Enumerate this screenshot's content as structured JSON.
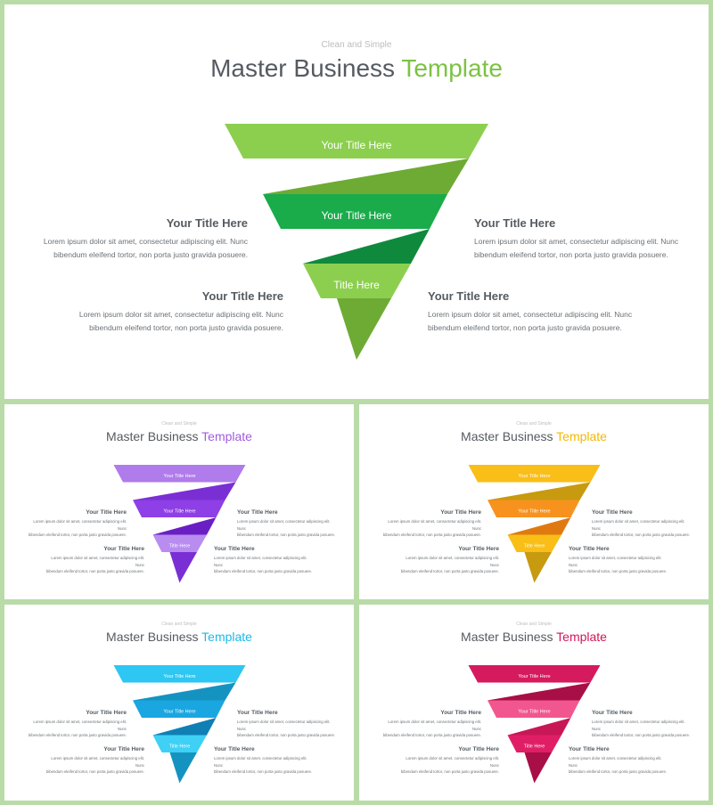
{
  "subtitle": "Clean and Simple",
  "title_main": "Master Business ",
  "title_accent": "Template",
  "labels": {
    "top": "Your Title Here",
    "mid": "Your Title Here",
    "bottom": "Title Here"
  },
  "blocks": {
    "left_upper": {
      "title": "Your Title Here",
      "body1": "Lorem ipsum dolor sit amet, consectetur adipiscing elit. Nunc",
      "body2": "bibendum  eleifend tortor, non porta justo gravida posuere."
    },
    "right_upper": {
      "title": "Your Title Here",
      "body1": "Lorem ipsum dolor sit amet, consectetur adipiscing elit. Nunc",
      "body2": "bibendum  eleifend tortor, non porta justo gravida posuere."
    },
    "left_lower": {
      "title": "Your Title Here",
      "body1": "Lorem ipsum dolor sit amet, consectetur adipiscing elit. Nunc",
      "body2": "bibendum  eleifend tortor, non porta justo gravida posuere."
    },
    "right_lower": {
      "title": "Your Title Here",
      "body1": "Lorem ipsum dolor sit amet, consectetur adipiscing elit. Nunc",
      "body2": "bibendum  eleifend tortor, non porta justo gravida posuere."
    }
  },
  "themes": {
    "green": {
      "accent": "#7cc243",
      "band1": "#8ccf4f",
      "ribbon1": "#6eab34",
      "band2": "#1aab4b",
      "ribbon2": "#0f8a3d",
      "band3": "#8ccf4f",
      "tip": "#6eab34"
    },
    "purple": {
      "accent": "#a05be0",
      "band1": "#b07bea",
      "ribbon1": "#7a2fd4",
      "band2": "#8e3fe6",
      "ribbon2": "#6a1fc4",
      "band3": "#b98cf0",
      "tip": "#7a2fd4"
    },
    "orange": {
      "accent": "#f5b800",
      "band1": "#f9be17",
      "ribbon1": "#c79a10",
      "band2": "#f7921e",
      "ribbon2": "#e07a10",
      "band3": "#f9be17",
      "tip": "#c79a10"
    },
    "blue": {
      "accent": "#1cb8e8",
      "band1": "#2ec6f2",
      "ribbon1": "#1593c0",
      "band2": "#1aa6e0",
      "ribbon2": "#0f7fb4",
      "band3": "#3fd0f5",
      "tip": "#1593c0"
    },
    "pink": {
      "accent": "#d3145a",
      "band1": "#d61a5e",
      "ribbon1": "#a80f46",
      "band2": "#f2568f",
      "ribbon2": "#c81756",
      "band3": "#e01e66",
      "tip": "#a80f46"
    }
  }
}
